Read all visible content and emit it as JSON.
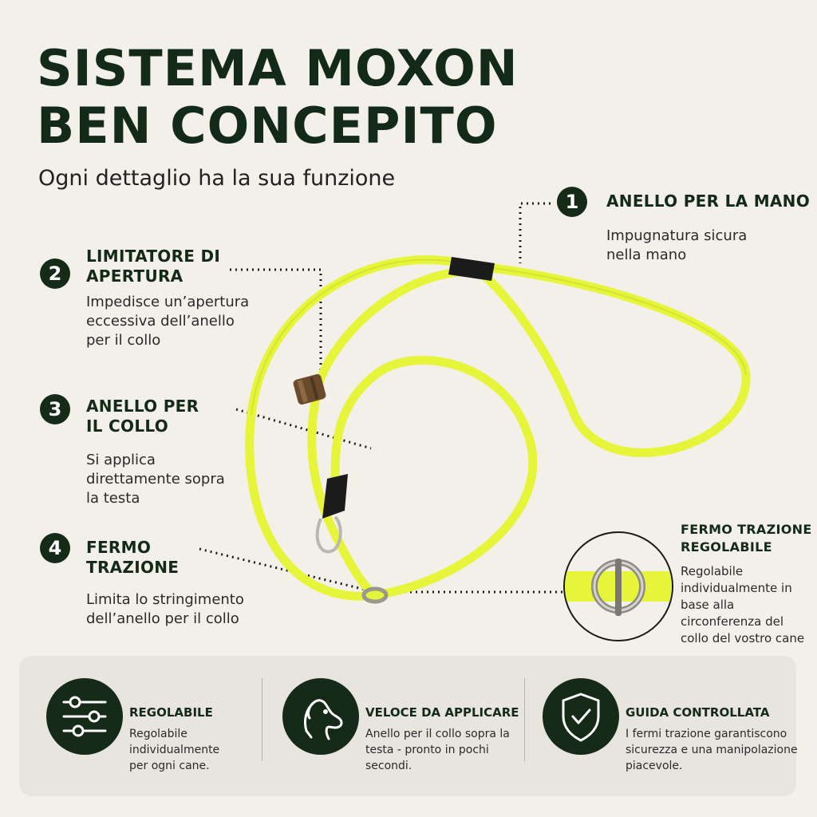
{
  "title_lines": [
    "SISTEMA MOXON",
    "BEN CONCEPITO"
  ],
  "subtitle": "Ogni dettaglio ha la sua funzione",
  "colors": {
    "dark_green": "#152a17",
    "rope_yellow": "#e6f53a",
    "background": "#f3f0ea"
  },
  "features": [
    {
      "number": "1",
      "title_lines": [
        "ANELLO PER LA MANO"
      ],
      "desc_lines": [
        "Impugnatura sicura",
        "nella mano"
      ]
    },
    {
      "number": "2",
      "title_lines": [
        "LIMITATORE DI",
        "APERTURA"
      ],
      "desc_lines": [
        "Impedisce un’apertura",
        "eccessiva dell’anello",
        "per il collo"
      ]
    },
    {
      "number": "3",
      "title_lines": [
        "ANELLO PER",
        "IL COLLO"
      ],
      "desc_lines": [
        "Si applica",
        "direttamente sopra",
        "la testa"
      ]
    },
    {
      "number": "4",
      "title_lines": [
        "FERMO",
        "TRAZIONE"
      ],
      "desc_lines": [
        "Limita lo stringimento",
        "dell’anello per il collo"
      ]
    }
  ],
  "detail": {
    "title_lines": [
      "FERMO TRAZIONE",
      "REGOLABILE"
    ],
    "desc_lines": [
      "Regolabile",
      "individualmente in",
      "base alla",
      "circonferenza del",
      "collo del vostro cane"
    ]
  },
  "benefits": [
    {
      "icon": "sliders-icon",
      "title": "REGOLABILE",
      "desc_lines": [
        "Regolabile",
        "individualmente",
        "per ogni cane."
      ]
    },
    {
      "icon": "dog-head-icon",
      "title": "VELOCE DA APPLICARE",
      "desc_lines": [
        "Anello per il collo sopra la",
        "testa - pronto in pochi",
        "secondi."
      ]
    },
    {
      "icon": "shield-check-icon",
      "title": "GUIDA CONTROLLATA",
      "desc_lines": [
        "I fermi trazione garantiscono",
        "sicurezza e una manipolazione",
        "piacevole."
      ]
    }
  ]
}
